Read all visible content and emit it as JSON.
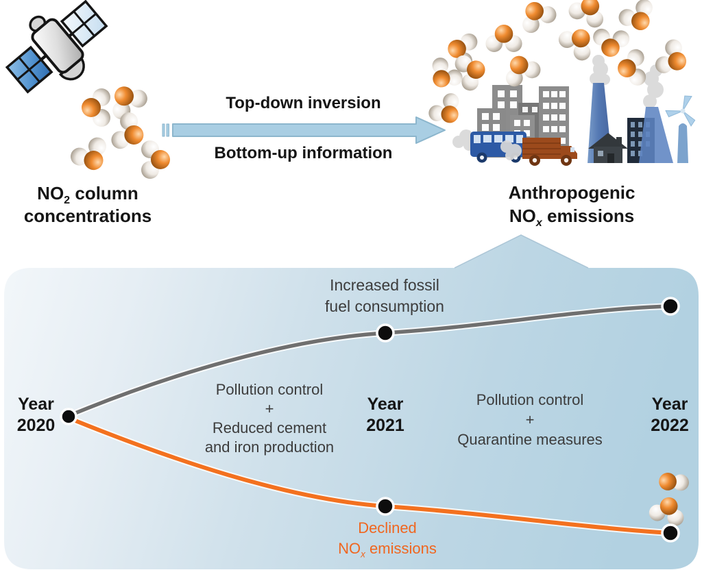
{
  "captions": {
    "no2": {
      "line1_pre": "NO",
      "line1_sub": "2",
      "line1_post": " column",
      "line2": "concentrations"
    },
    "anthropogenic": {
      "line1": "Anthropogenic",
      "line2_pre": "NO",
      "line2_sub": "x",
      "line2_post": " emissions"
    }
  },
  "arrow": {
    "top_label": "Top-down inversion",
    "bottom_label": "Bottom-up information"
  },
  "timeline": {
    "years": [
      {
        "line1": "Year",
        "line2": "2020"
      },
      {
        "line1": "Year",
        "line2": "2021"
      },
      {
        "line1": "Year",
        "line2": "2022"
      }
    ],
    "annotations": {
      "fossil": {
        "line1": "Increased fossil",
        "line2": "fuel consumption"
      },
      "control_2021": {
        "line1": "Pollution control",
        "line2": "+",
        "line3": "Reduced cement",
        "line4": "and iron production"
      },
      "control_2022": {
        "line1": "Pollution control",
        "line2": "+",
        "line3": "Quarantine measures"
      },
      "declined": {
        "line1": "Declined",
        "line2_pre": "NO",
        "line2_sub": "x",
        "line2_post": " emissions"
      }
    },
    "series": [
      {
        "name": "Increased fossil fuel consumption",
        "color": "#6f6f6f",
        "trend": "rising from 2020 through 2022"
      },
      {
        "name": "Declined NOx emissions",
        "color": "#f0661f",
        "trend": "declining from 2020 through 2022"
      }
    ]
  },
  "colors": {
    "panel_blue_light": "#f3f7fa",
    "panel_blue_dark": "#b2d1e1",
    "arrow_blue": "#a9cee3",
    "gray_line": "#6f6f6f",
    "orange_line": "#f3711f",
    "orange_text": "#f0661f",
    "molecule_orange": "#ef8b30",
    "molecule_white": "#efeae4"
  },
  "icons": {
    "satellite": "satellite-icon",
    "molecule": "no2-molecule-icon",
    "arrow": "inversion-arrow-icon",
    "city": "city-illustration",
    "smokestack": "smokestack-icon",
    "factory": "factory-icon",
    "wind_turbine": "wind-turbine-icon",
    "bus": "bus-icon",
    "truck": "truck-icon",
    "house": "house-icon"
  }
}
